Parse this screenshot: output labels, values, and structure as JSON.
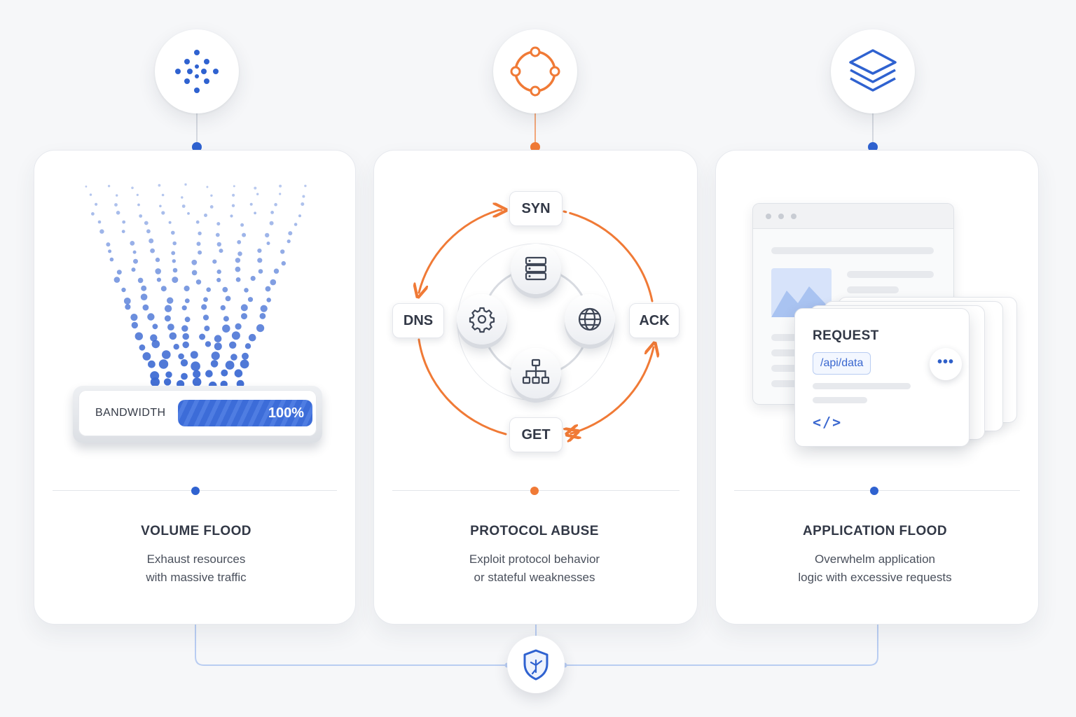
{
  "colors": {
    "blue": "#2f62d0",
    "orange": "#f07a36",
    "connector": "#b9cdf2"
  },
  "columns": [
    {
      "id": "volume",
      "icon": "dot-cluster-icon",
      "accent": "#2f62d0",
      "title": "VOLUME FLOOD",
      "desc_line1": "Exhaust resources",
      "desc_line2": "with massive traffic"
    },
    {
      "id": "protocol",
      "icon": "protocol-ring-icon",
      "accent": "#f07a36",
      "title": "PROTOCOL ABUSE",
      "desc_line1": "Exploit protocol behavior",
      "desc_line2": "or stateful weaknesses"
    },
    {
      "id": "application",
      "icon": "layers-icon",
      "accent": "#2f62d0",
      "title": "APPLICATION FLOOD",
      "desc_line1": "Overwhelm application",
      "desc_line2": "logic with excessive requests"
    }
  ],
  "bandwidth": {
    "label": "BANDWIDTH",
    "value_text": "100%",
    "level": 1.0
  },
  "protocol_ring": {
    "labels": {
      "top": "SYN",
      "right": "ACK",
      "bottom": "GET",
      "left": "DNS"
    },
    "nodes": [
      "server-icon",
      "globe-icon",
      "network-tree-icon",
      "gear-icon"
    ]
  },
  "request_card": {
    "title": "REQUEST",
    "path": "/api/data",
    "more": "•••",
    "code": "</>"
  },
  "footer": {
    "icon": "shield-icon"
  }
}
